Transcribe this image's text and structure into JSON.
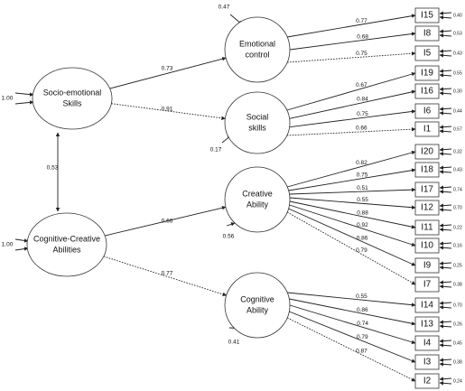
{
  "latent_factors": [
    {
      "id": "socio",
      "lines": [
        "Socio-emotional",
        "Skills"
      ],
      "variance_label": "1.00"
    },
    {
      "id": "cognitive_creative",
      "lines": [
        "Cognitive-Creative",
        "Abilities"
      ],
      "variance_label": "1.00"
    }
  ],
  "factor_correlation": "0,53",
  "subfactors": [
    {
      "id": "emotional",
      "lines": [
        "Emotional",
        "control"
      ],
      "parent": "socio",
      "loading": "0.73",
      "dashed": false,
      "residual": "0.47"
    },
    {
      "id": "social",
      "lines": [
        "Social",
        "skills"
      ],
      "parent": "socio",
      "loading": "0.91",
      "dashed": true,
      "residual": "0.17"
    },
    {
      "id": "creative",
      "lines": [
        "Creative",
        "Ability"
      ],
      "parent": "cognitive_creative",
      "loading": "0.66",
      "dashed": false,
      "residual": "0.56"
    },
    {
      "id": "cogability",
      "lines": [
        "Cognitive",
        "Ability"
      ],
      "parent": "cognitive_creative",
      "loading": "0.77",
      "dashed": true,
      "residual": "0.41"
    }
  ],
  "items": [
    {
      "label": "I15",
      "factor": "emotional",
      "loading": "0.77",
      "dashed": false,
      "residual": "0.40"
    },
    {
      "label": "I8",
      "factor": "emotional",
      "loading": "0.68",
      "dashed": false,
      "residual": "0.53"
    },
    {
      "label": "I5",
      "factor": "emotional",
      "loading": "0.75",
      "dashed": true,
      "residual": "0.43"
    },
    {
      "label": "I19",
      "factor": "social",
      "loading": "0.67",
      "dashed": false,
      "residual": "0.55"
    },
    {
      "label": "I16",
      "factor": "social",
      "loading": "0.84",
      "dashed": false,
      "residual": "0.30"
    },
    {
      "label": "I6",
      "factor": "social",
      "loading": "0.75",
      "dashed": false,
      "residual": "0.44"
    },
    {
      "label": "I1",
      "factor": "social",
      "loading": "0.66",
      "dashed": true,
      "residual": "0.57"
    },
    {
      "label": "I20",
      "factor": "creative",
      "loading": "0.82",
      "dashed": false,
      "residual": "0.32"
    },
    {
      "label": "I18",
      "factor": "creative",
      "loading": "0.75",
      "dashed": false,
      "residual": "0.43"
    },
    {
      "label": "I17",
      "factor": "creative",
      "loading": "0.51",
      "dashed": false,
      "residual": "0.74"
    },
    {
      "label": "I12",
      "factor": "creative",
      "loading": "0.55",
      "dashed": false,
      "residual": "0.70"
    },
    {
      "label": "I11",
      "factor": "creative",
      "loading": "0.88",
      "dashed": false,
      "residual": "0.22"
    },
    {
      "label": "I10",
      "factor": "creative",
      "loading": "0.92",
      "dashed": false,
      "residual": "0.16"
    },
    {
      "label": "I9",
      "factor": "creative",
      "loading": "0.86",
      "dashed": false,
      "residual": "0.25"
    },
    {
      "label": "I7",
      "factor": "creative",
      "loading": "0.79",
      "dashed": true,
      "residual": "0.38"
    },
    {
      "label": "I14",
      "factor": "cogability",
      "loading": "0.55",
      "dashed": false,
      "residual": "0.70"
    },
    {
      "label": "I13",
      "factor": "cogability",
      "loading": "0.86",
      "dashed": false,
      "residual": "0.26"
    },
    {
      "label": "I4",
      "factor": "cogability",
      "loading": "0.74",
      "dashed": false,
      "residual": "0.45"
    },
    {
      "label": "I3",
      "factor": "cogability",
      "loading": "0.79",
      "dashed": false,
      "residual": "0.38"
    },
    {
      "label": "I2",
      "factor": "cogability",
      "loading": "0.87",
      "dashed": true,
      "residual": "0.24"
    }
  ]
}
